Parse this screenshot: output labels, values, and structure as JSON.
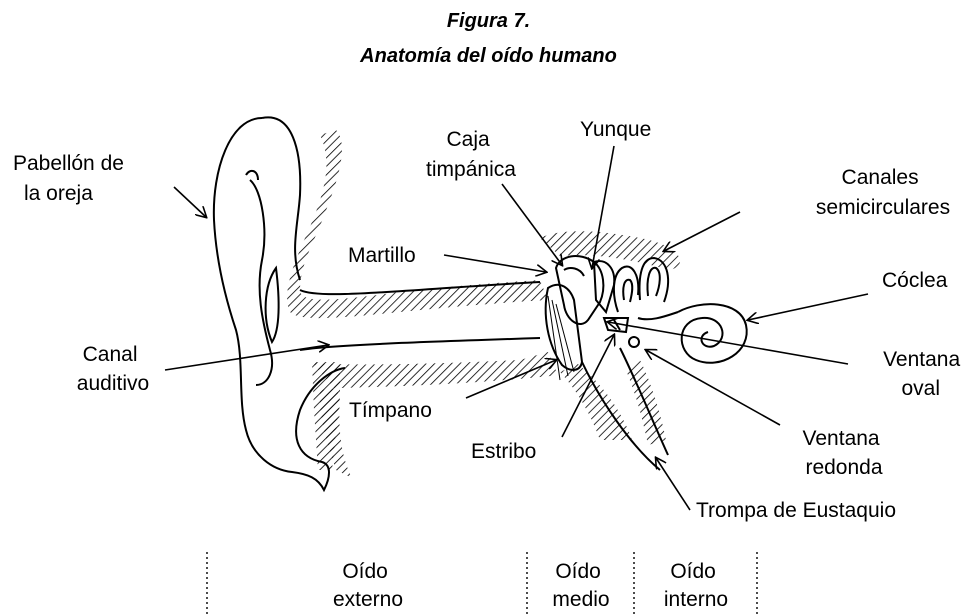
{
  "caption": {
    "figure": "Figura 7.",
    "title": "Anatomía del oído humano"
  },
  "labels": {
    "pabellon": [
      "Pabellón de",
      "la oreja"
    ],
    "canal": [
      "Canal",
      "auditivo"
    ],
    "caja": [
      "Caja",
      "timpánica"
    ],
    "martillo": "Martillo",
    "yunque": "Yunque",
    "canales": [
      "Canales",
      "semicirculares"
    ],
    "coclea": "Cóclea",
    "ventana_oval": [
      "Ventana",
      "oval"
    ],
    "ventana_redonda": [
      "Ventana",
      "redonda"
    ],
    "timpano": "Tímpano",
    "estribo": "Estribo",
    "trompa": "Trompa de Eustaquio"
  },
  "sections": {
    "externo": [
      "Oído",
      "externo"
    ],
    "medio": [
      "Oído",
      "medio"
    ],
    "interno": [
      "Oído",
      "interno"
    ]
  },
  "colors": {
    "ink": "#000000",
    "background": "#ffffff"
  }
}
